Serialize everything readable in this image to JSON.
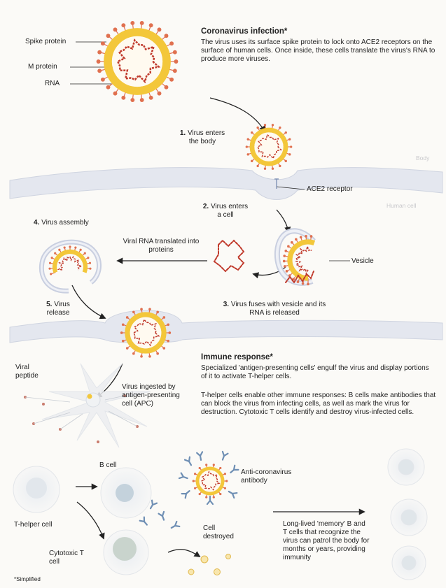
{
  "infection": {
    "title": "Coronavirus infection*",
    "description": "The virus uses its surface spike protein to lock onto ACE2 receptors on the surface of human cells. Once inside, these cells translate the virus's RNA to produce more viruses.",
    "labels": {
      "spike_protein": "Spike protein",
      "m_protein": "M protein",
      "rna": "RNA",
      "ace2_receptor": "ACE2 receptor",
      "vesicle": "Vesicle",
      "viral_rna_translated": "Viral RNA translated into proteins",
      "body": "Body",
      "human_cell": "Human cell"
    },
    "steps": [
      {
        "number": "1.",
        "text": "Virus enters the body"
      },
      {
        "number": "2.",
        "text": "Virus enters a cell"
      },
      {
        "number": "3.",
        "text": "Virus fuses with vesicle and its RNA is released"
      },
      {
        "number": "4.",
        "text": "Virus assembly"
      },
      {
        "number": "5.",
        "text": "Virus release"
      }
    ]
  },
  "immune": {
    "title": "Immune response*",
    "paragraph1": "Specialized 'antigen-presenting cells' engulf the virus and display portions of it to activate T-helper cells.",
    "paragraph2": "T-helper cells enable other immune responses: B cells make antibodies that can block the virus from infecting cells, as well as mark the virus for destruction. Cytotoxic T cells identify and destroy virus-infected cells.",
    "labels": {
      "viral_peptide": "Viral peptide",
      "virus_ingested": "Virus ingested by antigen-presenting cell (APC)",
      "b_cell": "B cell",
      "antibody": "Anti-coronavirus antibody",
      "t_helper": "T-helper cell",
      "cytotoxic": "Cytotoxic T cell",
      "cell_destroyed": "Cell destroyed",
      "memory": "Long-lived 'memory' B and T cells that recognize the virus can patrol the body for months or years, providing immunity"
    }
  },
  "footnote": "*Simplified",
  "colors": {
    "virus_ring": "#f3c73a",
    "spike": "#e0704f",
    "rna": "#c0392b",
    "membrane": "#d4d8e4",
    "antibody": "#6f8fb4"
  }
}
